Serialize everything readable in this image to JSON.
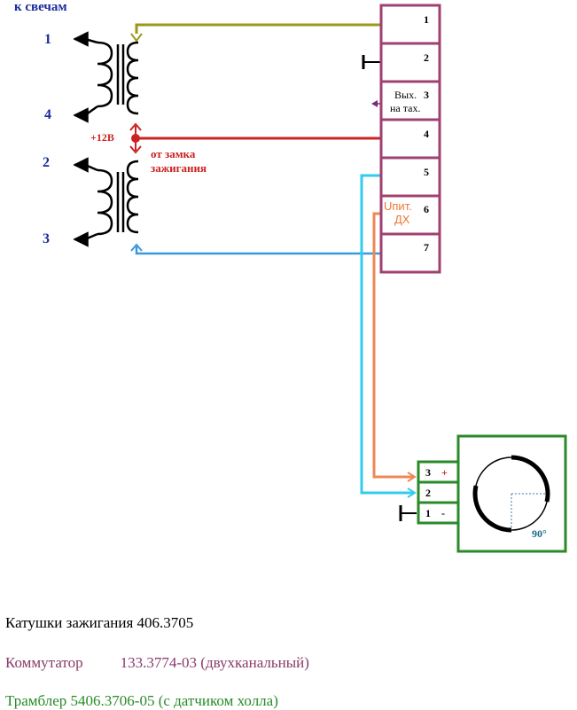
{
  "header": {
    "to_plugs": "к свечам"
  },
  "coil_terminals": {
    "t1": "1",
    "t4": "4",
    "t2": "2",
    "t3": "3"
  },
  "supply": {
    "plus12": "+12В",
    "from_lock_line1": "от замка",
    "from_lock_line2": "зажигания"
  },
  "commutator": {
    "pin1": "1",
    "pin2": "2",
    "pin3_text": "Вых.",
    "pin3_num": "3",
    "pin3_sub": "на тах.",
    "pin4": "4",
    "pin5": "5",
    "pin6_label_line1": "Uпит.",
    "pin6_label_line2": "ДХ",
    "pin6": "6",
    "pin7": "7"
  },
  "distributor": {
    "pin3": "3",
    "pin3_sign": "+",
    "pin2": "2",
    "pin1": "1",
    "pin1_sign": "-",
    "angle": "90°"
  },
  "legend": {
    "coils": "Катушки зажигания 406.3705",
    "commutator_name": "Коммутатор",
    "commutator_model": "133.3774-03 (двухканальный)",
    "distributor": "Трамблер 5406.3706-05 (с датчиком холла)"
  },
  "colors": {
    "olive_wire": "#9a9a1a",
    "red_wire": "#cc2222",
    "blue_wire": "#3a9ad8",
    "cyan_wire": "#33ccee",
    "orange_wire": "#ee8855",
    "commutator_border": "#a04070",
    "distributor_border": "#2a8a2a",
    "coil_number": "#1a2a9a",
    "legend_commutator": "#8a3a6a",
    "legend_distributor": "#2a8a2a"
  }
}
